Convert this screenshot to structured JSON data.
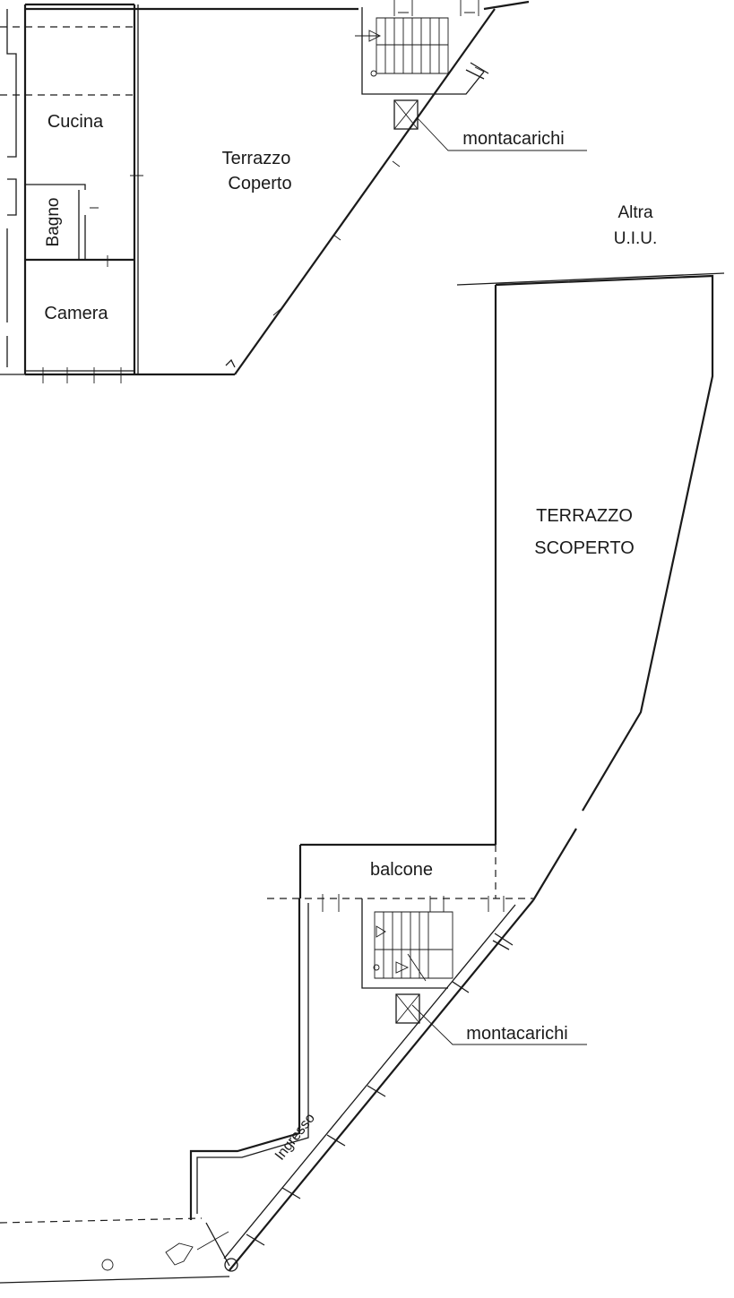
{
  "labels": {
    "cucina": "Cucina",
    "bagno": "Bagno",
    "camera": "Camera",
    "terrazzo_coperto_1": "Terrazzo",
    "terrazzo_coperto_2": "Coperto",
    "montacarichi_top": "montacarichi",
    "altra_1": "Altra",
    "altra_2": "U.I.U.",
    "terrazzo_scoperto_1": "TERRAZZO",
    "terrazzo_scoperto_2": "SCOPERTO",
    "balcone": "balcone",
    "montacarichi_bottom": "montacarichi",
    "ingresso": "Ingresso"
  }
}
